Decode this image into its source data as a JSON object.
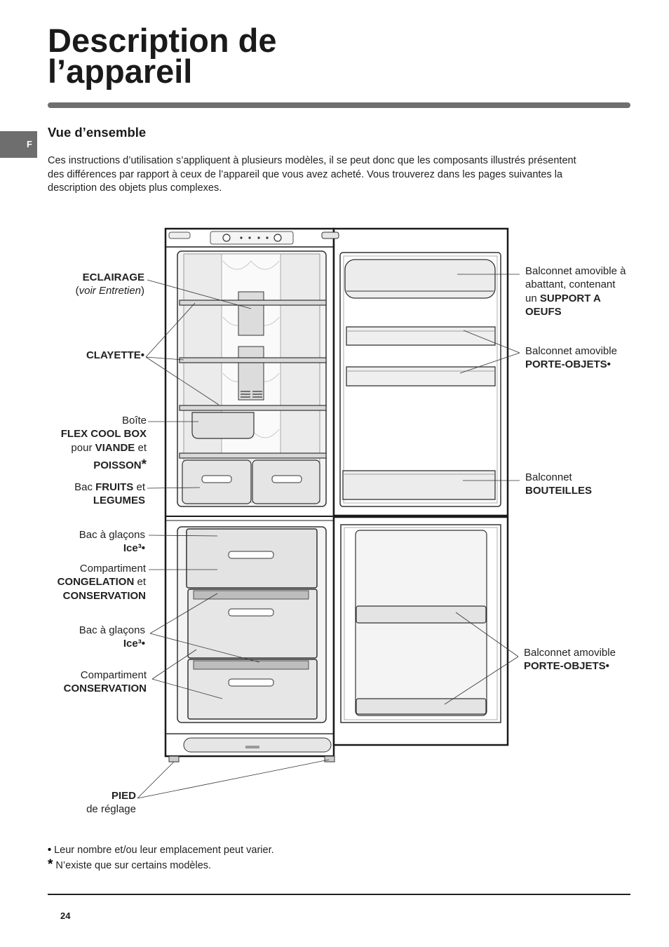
{
  "header": {
    "title_line1": "Description de",
    "title_line2": "l’appareil",
    "lang_tab": "F"
  },
  "section": {
    "heading": "Vue d’ensemble",
    "intro_lines": [
      "Ces instructions d’utilisation s’appliquent à plusieurs modèles, il se peut donc que les composants illustrés présentent",
      "des différences par rapport à ceux de l’appareil que vous avez acheté. Vous trouverez dans les pages suivantes la",
      "description des objets plus complexes."
    ]
  },
  "diagram": {
    "left_labels": {
      "eclairage": {
        "l1": "ECLAIRAGE",
        "l2_open": "(",
        "l2_italic": "voir Entretien",
        "l2_close": ")"
      },
      "clayette": {
        "l1": "CLAYETTE•"
      },
      "flex_box": {
        "l1": "Boîte",
        "l2": "FLEX COOL BOX",
        "l3_a": "pour ",
        "l3_b": "VIANDE",
        "l3_c": " et",
        "l4": "POISSON",
        "l4_mark": "*"
      },
      "fruits": {
        "l1_a": "Bac ",
        "l1_b": "FRUITS",
        "l1_c": " et",
        "l2": "LEGUMES"
      },
      "ice_tray_1": {
        "l1": "Bac à glaçons",
        "l2": "Ice³•"
      },
      "freezer_compartment": {
        "l1": "Compartiment",
        "l2_a": "CONGELATION",
        "l2_b": " et",
        "l3": "CONSERVATION"
      },
      "ice_tray_2": {
        "l1": "Bac à glaçons",
        "l2": "Ice³•"
      },
      "storage_compartment": {
        "l1": "Compartiment",
        "l2": "CONSERVATION"
      },
      "foot": {
        "l1": "PIED",
        "l2": "de réglage"
      }
    },
    "right_labels": {
      "egg_shelf": {
        "l1": "Balconnet amovible à",
        "l2": "abattant, contenant",
        "l3_a": "un ",
        "l3_b": "SUPPORT A",
        "l4": "OEUFS"
      },
      "door_shelf": {
        "l1": "Balconnet amovible",
        "l2": "PORTE-OBJETS•"
      },
      "bottle_shelf": {
        "l1": "Balconnet",
        "l2": "BOUTEILLES"
      },
      "freezer_door_shelf": {
        "l1": "Balconnet amovible",
        "l2": "PORTE-OBJETS•"
      }
    }
  },
  "footnotes": [
    {
      "mark": "•",
      "text": " Leur nombre et/ou leur emplacement peut varier."
    },
    {
      "mark": "*",
      "text": " N’existe que sur certains modèles."
    }
  ],
  "footer": {
    "page_number": "24"
  }
}
